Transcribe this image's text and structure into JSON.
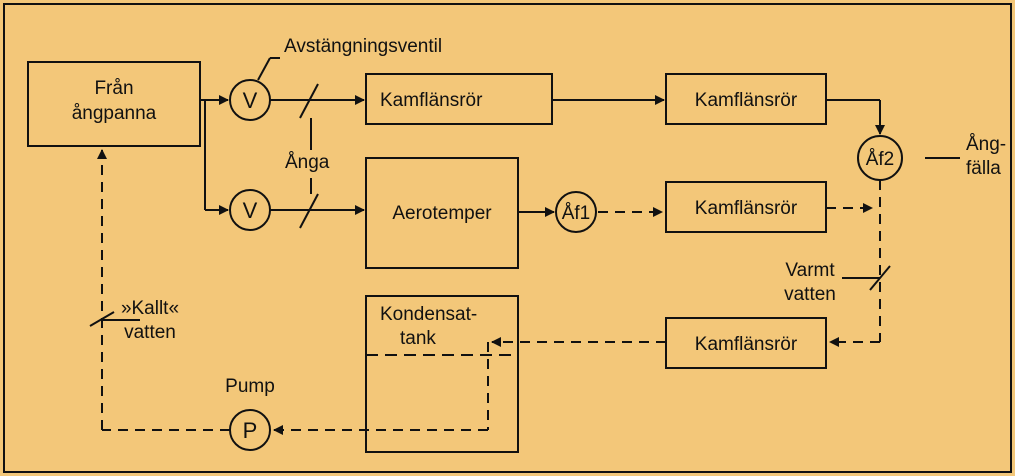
{
  "diagram": {
    "source": "Från ångpanna",
    "source_line1": "Från",
    "source_line2": "ångpanna",
    "valve_label": "Avstängningsventil",
    "valve_symbol": "V",
    "steam_label": "Ånga",
    "box_upper_middle": "Kamflänsrör",
    "box_upper_right": "Kamflänsrör",
    "aerotemper": "Aerotemper",
    "trap1": "Åf1",
    "trap2": "Åf2",
    "trap_label_line1": "Ång-",
    "trap_label_line2": "fälla",
    "box_middle_right": "Kamflänsrör",
    "warm_line1": "Varmt",
    "warm_line2": "vatten",
    "box_lower_right": "Kamflänsrör",
    "tank_line1": "Kondensat-",
    "tank_line2": "tank",
    "pump_label": "Pump",
    "pump_symbol": "P",
    "cold_line1": "»Kallt«",
    "cold_line2": "vatten",
    "colors": {
      "background": "#f3c779",
      "ink": "#111111"
    }
  }
}
